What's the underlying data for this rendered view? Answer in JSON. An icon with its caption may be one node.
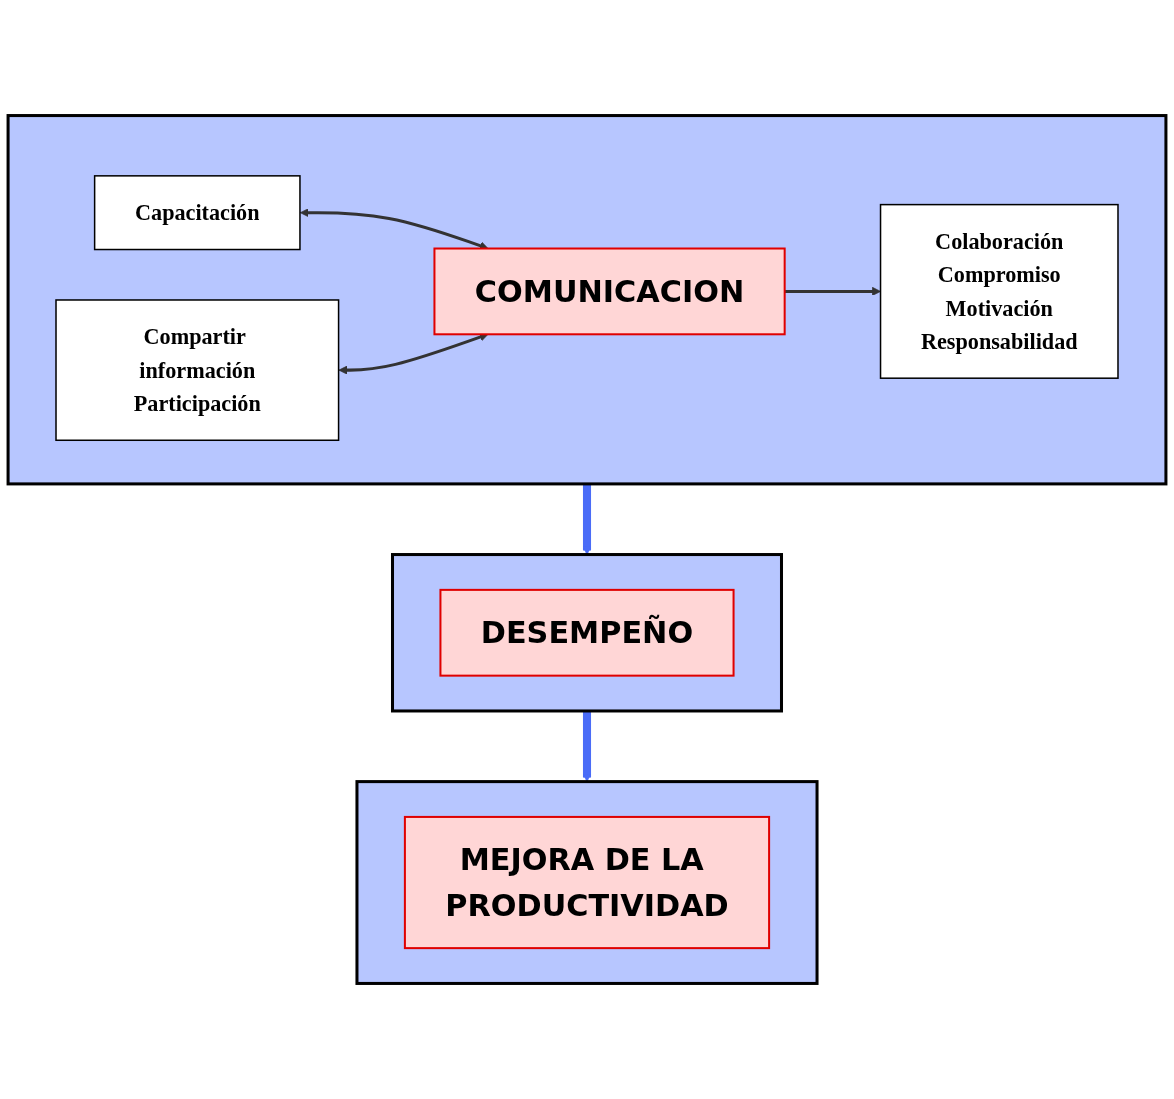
{
  "diagram": {
    "nodes": [
      {
        "text": [],
        "shape": "box"
      },
      {
        "text": [
          "Capacitación"
        ],
        "in": 0
      },
      {
        "text": [
          "COMUNICACION"
        ],
        "in": 0
      },
      {
        "text": [
          "Colaboración",
          "Compromiso",
          "Motivación",
          "Responsabilidad"
        ],
        "in": 0
      },
      {
        "text": [
          "Compartir información",
          "Participación"
        ],
        "in": 0
      },
      {
        "text": [],
        "shape": "box"
      },
      {
        "text": [
          "DESEMPEÑO"
        ],
        "in": 5
      },
      {
        "text": [],
        "shape": "box"
      },
      {
        "text": [
          "MEJORA DE LA PRODUCTIVIDAD"
        ],
        "in": 7
      }
    ],
    "edges": [
      {
        "from": 1,
        "to": 2,
        "arrow": "both"
      },
      {
        "from": 2,
        "to": 3,
        "arrow": "to"
      },
      {
        "from": 4,
        "to": 2,
        "arrow": "both"
      },
      {
        "from": 0,
        "to": 5,
        "arrow": "to",
        "style": "thick",
        "color": "#4a6cf7"
      },
      {
        "from": 5,
        "to": 7,
        "arrow": "to",
        "style": "thick",
        "color": "#4a6cf7"
      }
    ]
  }
}
